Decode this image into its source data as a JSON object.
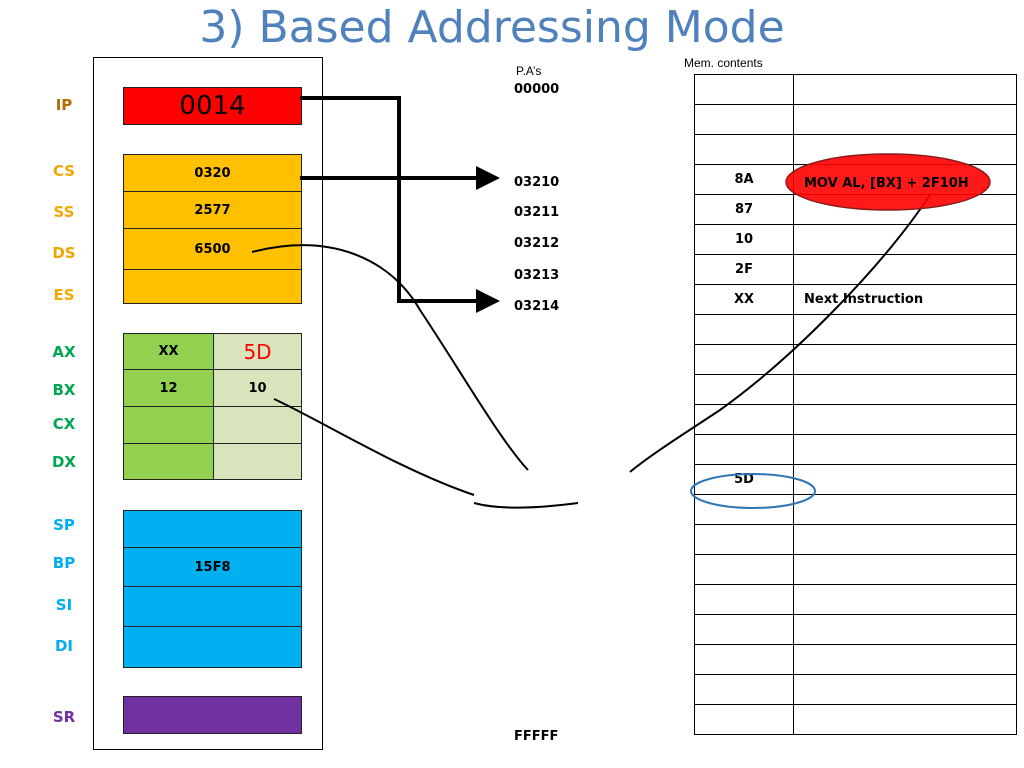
{
  "title": "3) Based Addressing Mode",
  "headers": {
    "pa": "P.A’s",
    "mem": "Mem. contents"
  },
  "colors": {
    "title": "#4f81bd",
    "ip": "#ff0000",
    "segment": "#ffc000",
    "general_hi": "#92d050",
    "general_lo": "#d8e4bc",
    "pointer": "#00b0f0",
    "sr": "#7030a0"
  },
  "registers": {
    "IP": {
      "label": "IP",
      "value": "0014"
    },
    "CS": {
      "label": "CS",
      "value": "0320"
    },
    "SS": {
      "label": "SS",
      "value": "2577"
    },
    "DS": {
      "label": "DS",
      "value": "6500"
    },
    "ES": {
      "label": "ES",
      "value": ""
    },
    "AX": {
      "label": "AX",
      "hi": "XX",
      "lo": "5D"
    },
    "BX": {
      "label": "BX",
      "hi": "12",
      "lo": "10"
    },
    "CX": {
      "label": "CX",
      "hi": "",
      "lo": ""
    },
    "DX": {
      "label": "DX",
      "hi": "",
      "lo": ""
    },
    "SP": {
      "label": "SP",
      "value": ""
    },
    "BP": {
      "label": "BP",
      "value": "15F8"
    },
    "SI": {
      "label": "SI",
      "value": ""
    },
    "DI": {
      "label": "DI",
      "value": ""
    },
    "SR": {
      "label": "SR",
      "value": ""
    }
  },
  "addresses": [
    "00000",
    "03210",
    "03211",
    "03212",
    "03213",
    "03214",
    "FFFFF"
  ],
  "memory": [
    {
      "val": "",
      "desc": ""
    },
    {
      "val": "",
      "desc": ""
    },
    {
      "val": "",
      "desc": ""
    },
    {
      "val": "8A",
      "desc": "MOV  AL, [BX] + 2F10H"
    },
    {
      "val": "87",
      "desc": ""
    },
    {
      "val": "10",
      "desc": ""
    },
    {
      "val": "2F",
      "desc": ""
    },
    {
      "val": "XX",
      "desc": "Next Instruction"
    },
    {
      "val": "",
      "desc": ""
    },
    {
      "val": "",
      "desc": ""
    },
    {
      "val": "",
      "desc": ""
    },
    {
      "val": "",
      "desc": ""
    },
    {
      "val": "",
      "desc": ""
    },
    {
      "val": "5D",
      "desc": ""
    },
    {
      "val": "",
      "desc": ""
    },
    {
      "val": "",
      "desc": ""
    },
    {
      "val": "",
      "desc": ""
    },
    {
      "val": "",
      "desc": ""
    },
    {
      "val": "",
      "desc": ""
    },
    {
      "val": "",
      "desc": ""
    },
    {
      "val": "",
      "desc": ""
    },
    {
      "val": "",
      "desc": ""
    }
  ]
}
